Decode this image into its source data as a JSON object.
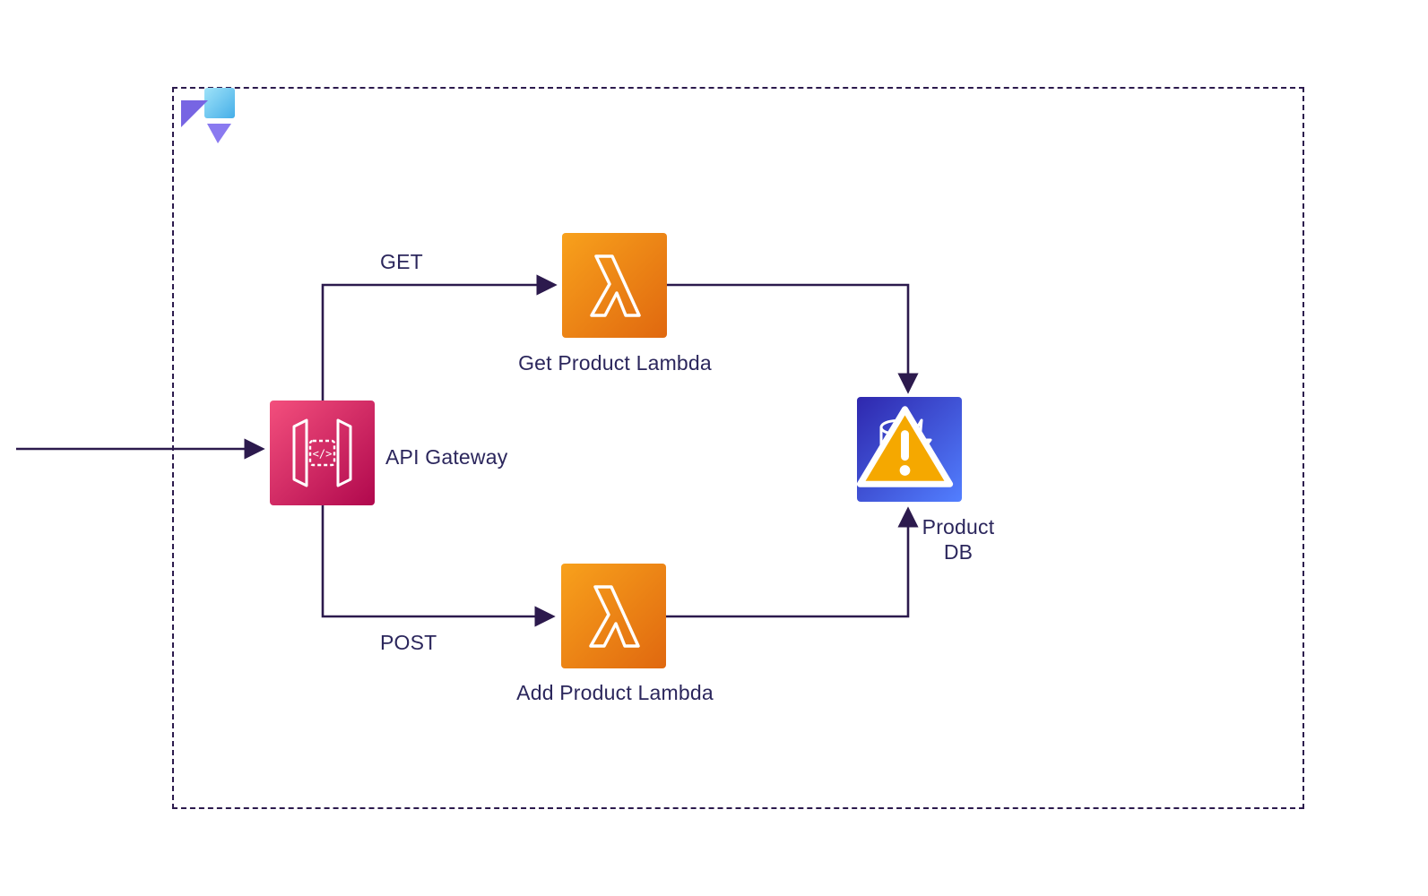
{
  "diagram": {
    "nodes": {
      "api_gateway": {
        "label": "API Gateway",
        "icon": "api-gateway-icon"
      },
      "get_lambda": {
        "label": "Get Product Lambda",
        "icon": "lambda-icon"
      },
      "add_lambda": {
        "label": "Add Product Lambda",
        "icon": "lambda-icon"
      },
      "product_db": {
        "label_line1": "Product",
        "label_line2": "DB",
        "icon": "dynamodb-icon",
        "badge": "warning-icon"
      }
    },
    "edges": {
      "get": {
        "label": "GET",
        "from": "api_gateway",
        "to": "get_lambda"
      },
      "post": {
        "label": "POST",
        "from": "api_gateway",
        "to": "add_lambda"
      },
      "get_lambda_to_db": {
        "label": "",
        "from": "get_lambda",
        "to": "product_db"
      },
      "add_lambda_to_db": {
        "label": "",
        "from": "add_lambda",
        "to": "product_db"
      },
      "client_in": {
        "label": "",
        "from": "external",
        "to": "api_gateway"
      }
    },
    "icon_glyphs": {
      "api_gateway_code": "</>"
    },
    "colors": {
      "edge": "#2c1a4d",
      "boundary": "#2c1a4d",
      "text": "#2b265c",
      "api_gateway_gradient_from": "#f34f7d",
      "api_gateway_gradient_to": "#b0084d",
      "lambda_gradient_from": "#f8a11c",
      "lambda_gradient_to": "#e0680f",
      "db_gradient_from": "#2e27ad",
      "db_gradient_to": "#527fff",
      "warning_fill": "#f5a800",
      "logo_purple": "#7765e3",
      "logo_blue_from": "#9fe3f9",
      "logo_blue_to": "#45aee8"
    }
  }
}
